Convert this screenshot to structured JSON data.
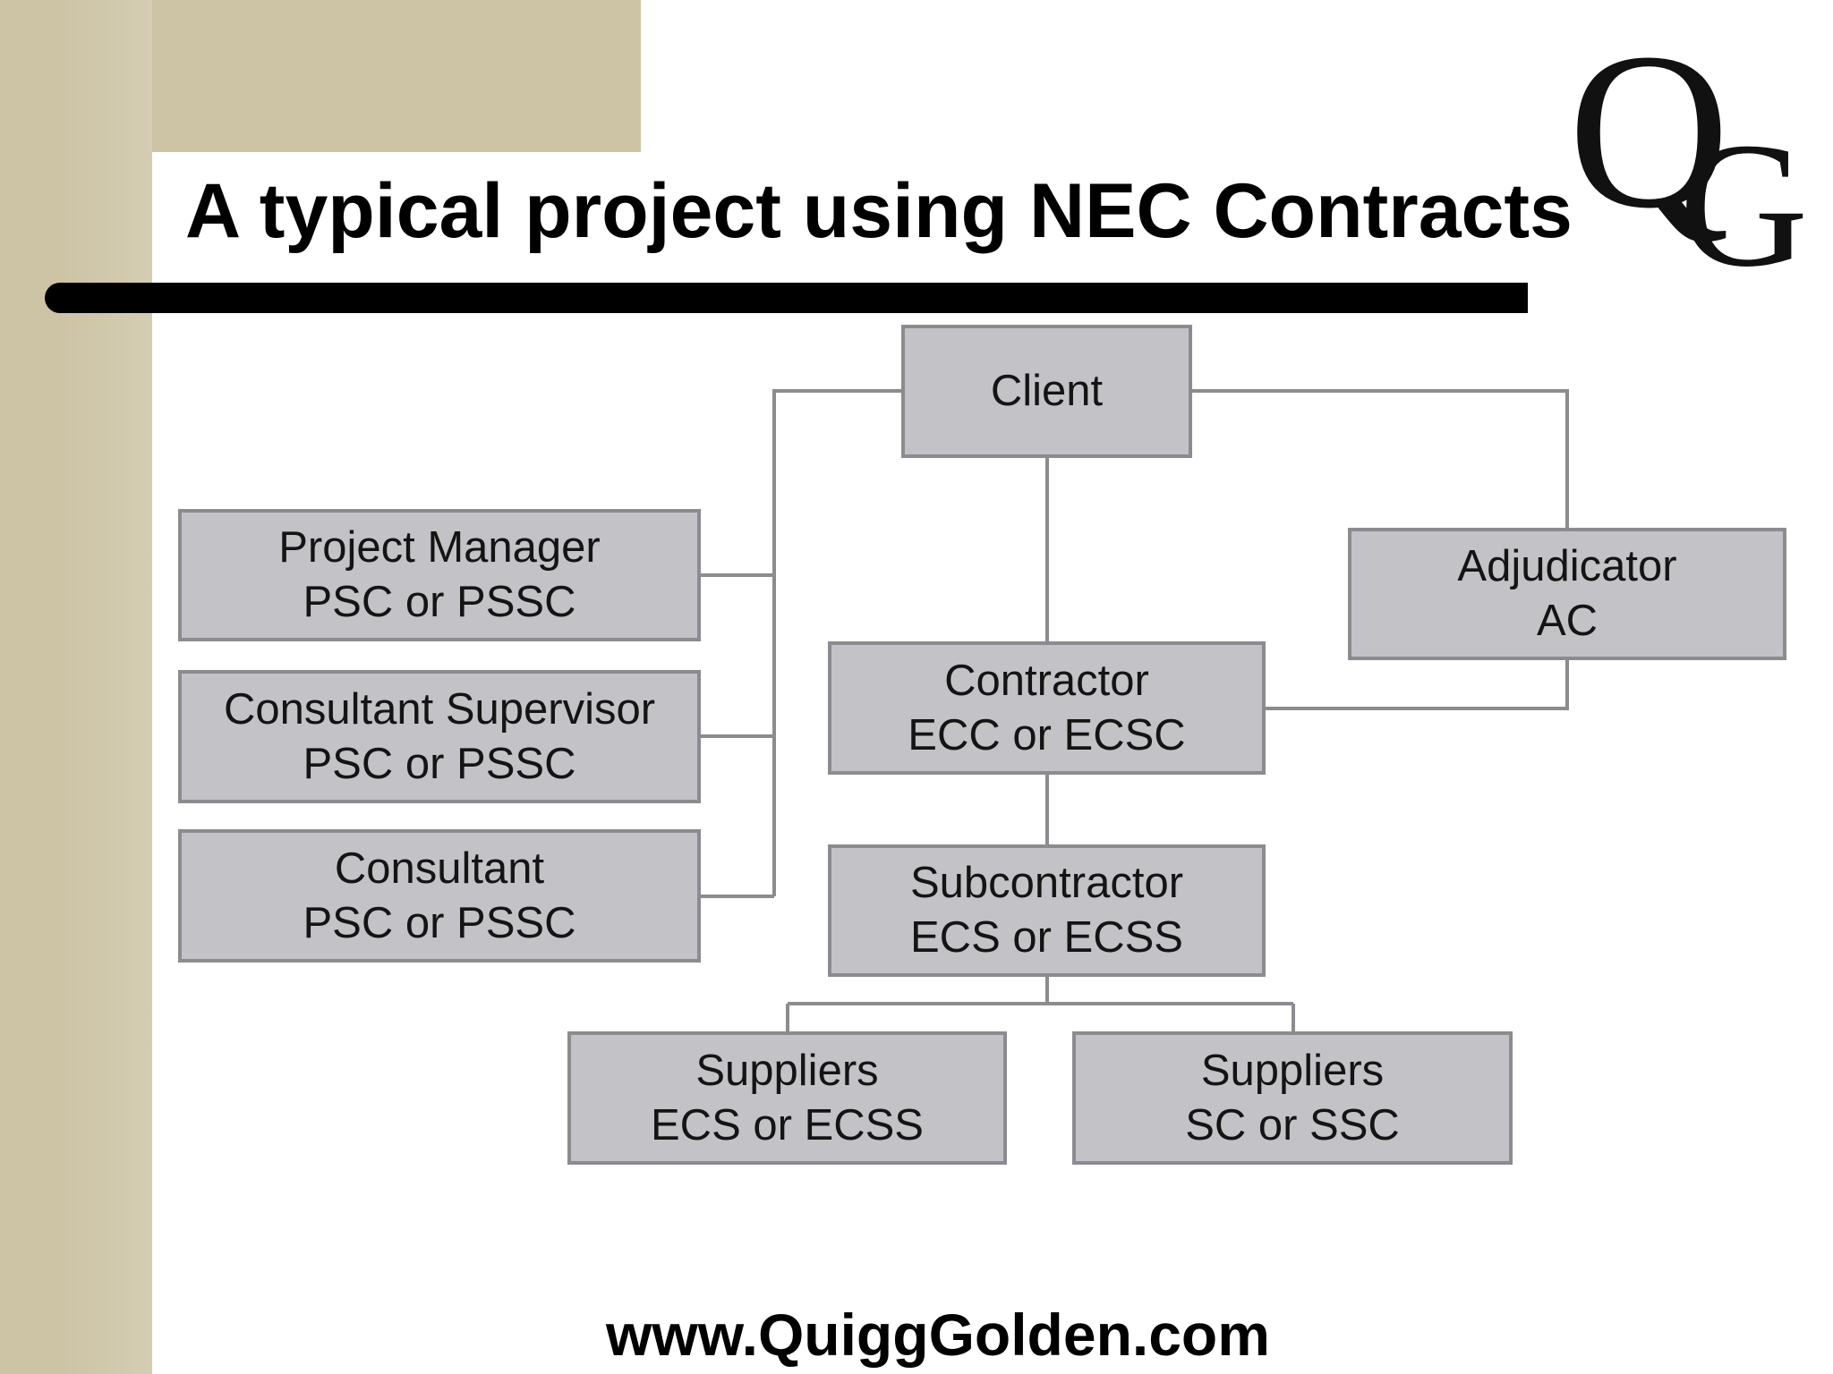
{
  "slide": {
    "title": "A typical project using NEC Contracts",
    "footer": "www.QuiggGolden.com"
  },
  "logo": {
    "letters": [
      "Q",
      "G"
    ]
  },
  "colors": {
    "sidebar": "#cdc4a6",
    "box_fill": "#c3c2c6",
    "box_border": "#8c8b8f",
    "connector": "#8c8b8f",
    "rule": "#000000"
  },
  "nodes": {
    "client": {
      "lines": [
        "Client"
      ]
    },
    "project_manager": {
      "lines": [
        "Project Manager",
        "PSC or PSSC"
      ]
    },
    "consultant_supervisor": {
      "lines": [
        "Consultant Supervisor",
        "PSC or PSSC"
      ]
    },
    "consultant": {
      "lines": [
        "Consultant",
        "PSC or PSSC"
      ]
    },
    "adjudicator": {
      "lines": [
        "Adjudicator",
        "AC"
      ]
    },
    "contractor": {
      "lines": [
        "Contractor",
        "ECC or ECSC"
      ]
    },
    "subcontractor": {
      "lines": [
        "Subcontractor",
        "ECS or ECSS"
      ]
    },
    "suppliers_ecs": {
      "lines": [
        "Suppliers",
        "ECS or ECSS"
      ]
    },
    "suppliers_sc": {
      "lines": [
        "Suppliers",
        "SC or SSC"
      ]
    }
  }
}
